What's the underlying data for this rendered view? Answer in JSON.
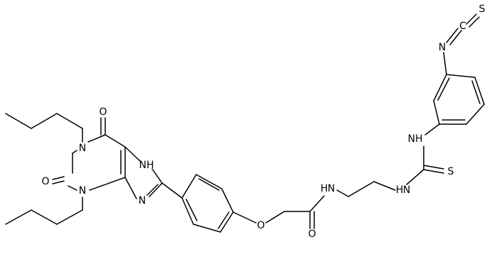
{
  "atom_labels": {
    "o_c6": "O",
    "o_c2": "O",
    "n1": "N",
    "n3": "N",
    "n7h": "NH",
    "n9": "N",
    "o_ether": "O",
    "o_amide": "O",
    "n_amide": "N",
    "n_amide_h": "H",
    "n_thiourea_left": "N",
    "n_thiourea_left_h": "H",
    "s_thiourea": "S",
    "n_thiourea_aryl": "NH",
    "n_isothiocyanate": "N",
    "c_isothiocyanate": "C",
    "s_isothiocyanate": "S"
  }
}
